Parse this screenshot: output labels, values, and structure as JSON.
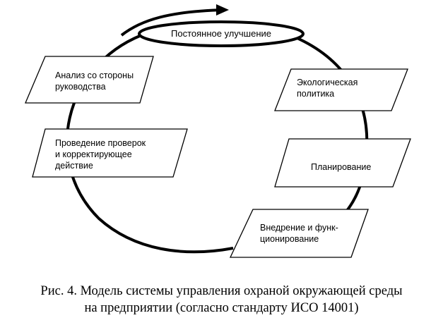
{
  "diagram": {
    "center_label": "Постоянное улучшение",
    "boxes": {
      "analysis": [
        "Анализ со стороны",
        "руководства"
      ],
      "policy": [
        "Экологическая",
        "политика"
      ],
      "planning": [
        "Планирование"
      ],
      "checking": [
        "Проведение проверок",
        "и корректирующее",
        "действие"
      ],
      "implementation": [
        "Внедрение и функ-",
        "ционирование"
      ]
    }
  },
  "caption": {
    "line1": "Рис. 4. Модель системы управления охраной окружающей среды",
    "line2": "на предприятии (согласно стандарту ИСО 14001)"
  }
}
